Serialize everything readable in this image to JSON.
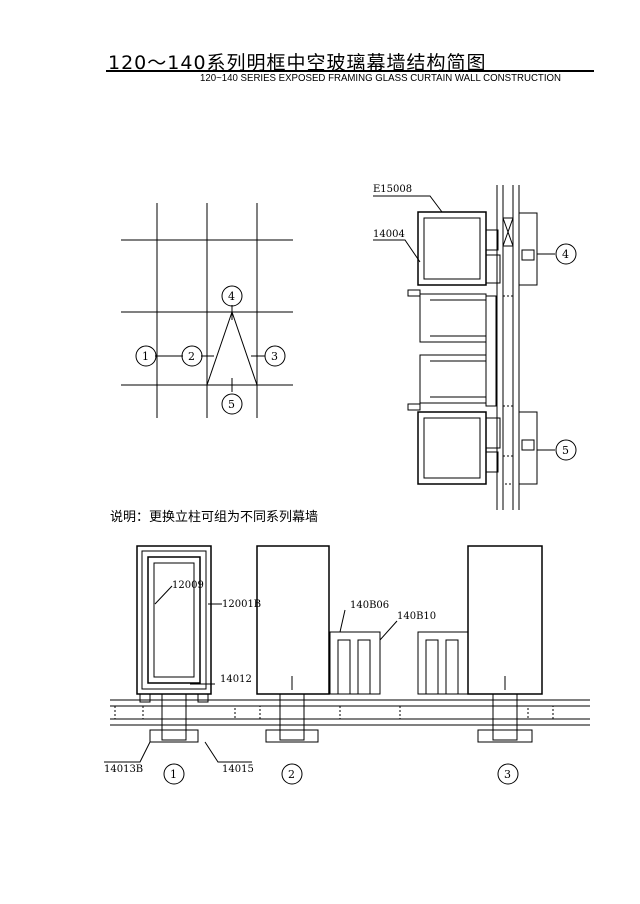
{
  "title": {
    "chinese": "120～140系列明框中空玻璃幕墙结构简图",
    "english": "120~140 SERIES EXPOSED FRAMING GLASS CURTAIN WALL CONSTRUCTION"
  },
  "note": "说明：更换立柱可组为不同系列幕墙",
  "grid_markers": [
    "1",
    "2",
    "3",
    "4",
    "5"
  ],
  "section_labels": {
    "top_right_1": "E15008",
    "top_right_2": "14004"
  },
  "section_markers": {
    "upper": "4",
    "lower": "5"
  },
  "plan_labels": {
    "l12009": "12009",
    "l12001B": "12001B",
    "l14012": "14012",
    "l14013B": "14013B",
    "l14015": "14015",
    "l140B06": "140B06",
    "l140B10": "140B10"
  },
  "plan_markers": [
    "1",
    "2",
    "3"
  ],
  "colors": {
    "line": "#000000",
    "background": "#ffffff"
  }
}
